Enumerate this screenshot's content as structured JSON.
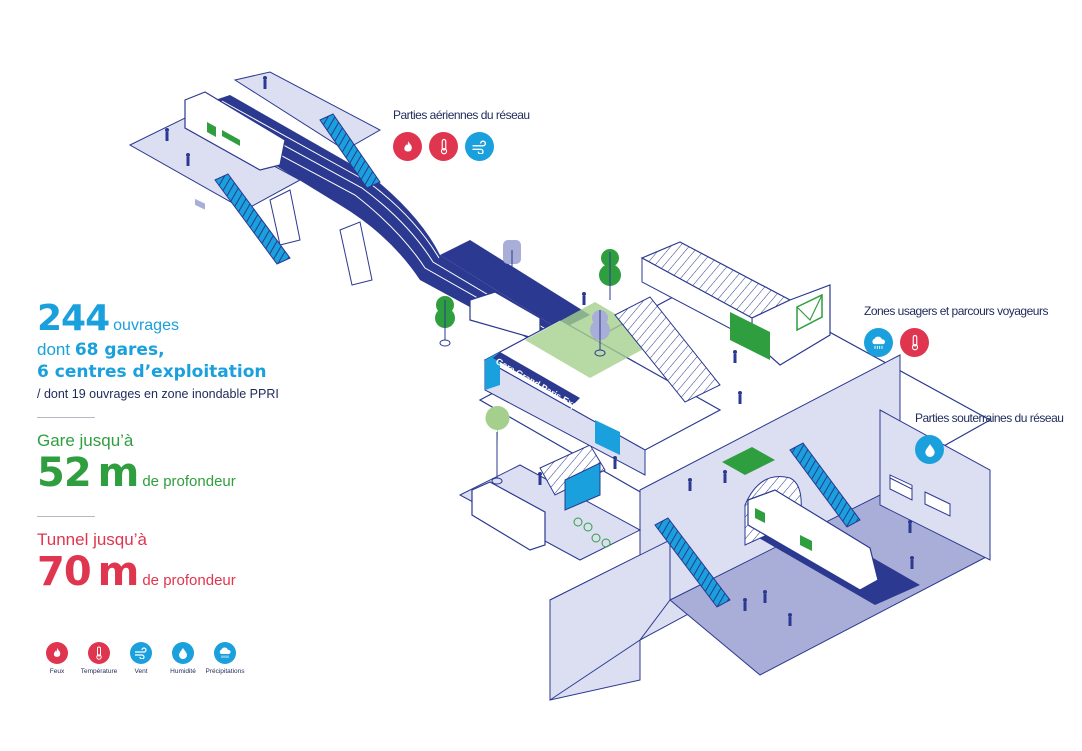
{
  "stats": {
    "works_count": "244",
    "works_label": "ouvrages",
    "stations_prefix": "dont",
    "stations_value": "68 gares,",
    "centers_value": "6 centres d’exploitation",
    "flood_note": "/ dont 19 ouvrages en zone inondable PPRI"
  },
  "station_depth": {
    "label": "Gare jusqu’à",
    "value": "52 m",
    "unit_label": "de profondeur"
  },
  "tunnel_depth": {
    "label": "Tunnel jusqu’à",
    "value": "70 m",
    "unit_label": "de profondeur"
  },
  "legend": [
    {
      "label": "Feux",
      "icon": "fire-icon",
      "color": "#e0354f"
    },
    {
      "label": "Température",
      "icon": "thermometer-icon",
      "color": "#e0354f"
    },
    {
      "label": "Vent",
      "icon": "wind-icon",
      "color": "#1aa0dc"
    },
    {
      "label": "Humidité",
      "icon": "droplet-icon",
      "color": "#1aa0dc"
    },
    {
      "label": "Précipitations",
      "icon": "rain-cloud-icon",
      "color": "#1aa0dc"
    }
  ],
  "zones": {
    "aerial": {
      "title": "Parties aériennes du réseau",
      "icons": [
        "fire-icon",
        "thermometer-icon",
        "wind-icon"
      ]
    },
    "users": {
      "title": "Zones usagers et parcours voyageurs",
      "icons": [
        "rain-cloud-icon",
        "thermometer-icon"
      ]
    },
    "underground": {
      "title": "Parties souterraines du réseau",
      "icons": [
        "droplet-icon"
      ]
    }
  },
  "station_sign": "Gare Grand Paris Express",
  "colors": {
    "navy": "#2b3990",
    "cyan": "#1aa0dc",
    "green": "#2f9e3f",
    "red": "#e0354f",
    "lavender": "#dcdff2",
    "mid_lavender": "#a9aed8"
  }
}
